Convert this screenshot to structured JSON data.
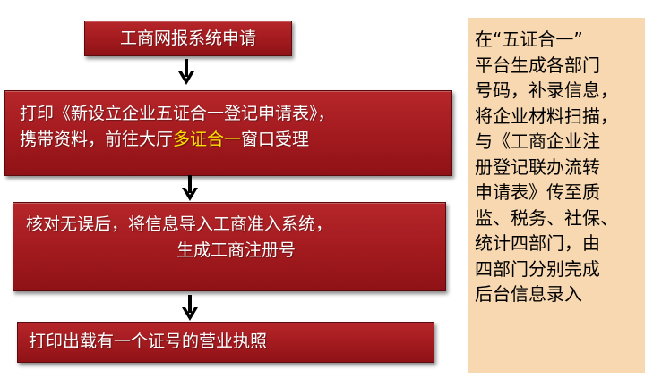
{
  "flow": {
    "step1": "工商网报系统申请",
    "step2": {
      "line1": "打印《新设立企业五证合一登记申请表》，",
      "line2_prefix": "携带资料，前往大厅",
      "line2_highlight": "多证合一",
      "line2_suffix": "窗口受理"
    },
    "step3": {
      "line1": "核对无误后，将信息导入工商准入系统，",
      "line2": "生成工商注册号"
    },
    "step4": "打印出载有一个证号的营业执照"
  },
  "note": {
    "lines": [
      "在“五证合一”",
      "平台生成各部门",
      "号码，补录信息，",
      "将企业材料扫描，",
      "与《工商企业注",
      "册登记联办流转",
      "申请表》传至质",
      "监、税务、社保、",
      "统计四部门，由",
      "四部门分别完成",
      "后台信息录入"
    ]
  },
  "colors": {
    "box_fill": "#a41b1f",
    "box_text": "#ffffff",
    "highlight_text": "#ffe400",
    "arrow": "#000000",
    "note_fill": "#f8d8b0",
    "note_text": "#000000"
  }
}
